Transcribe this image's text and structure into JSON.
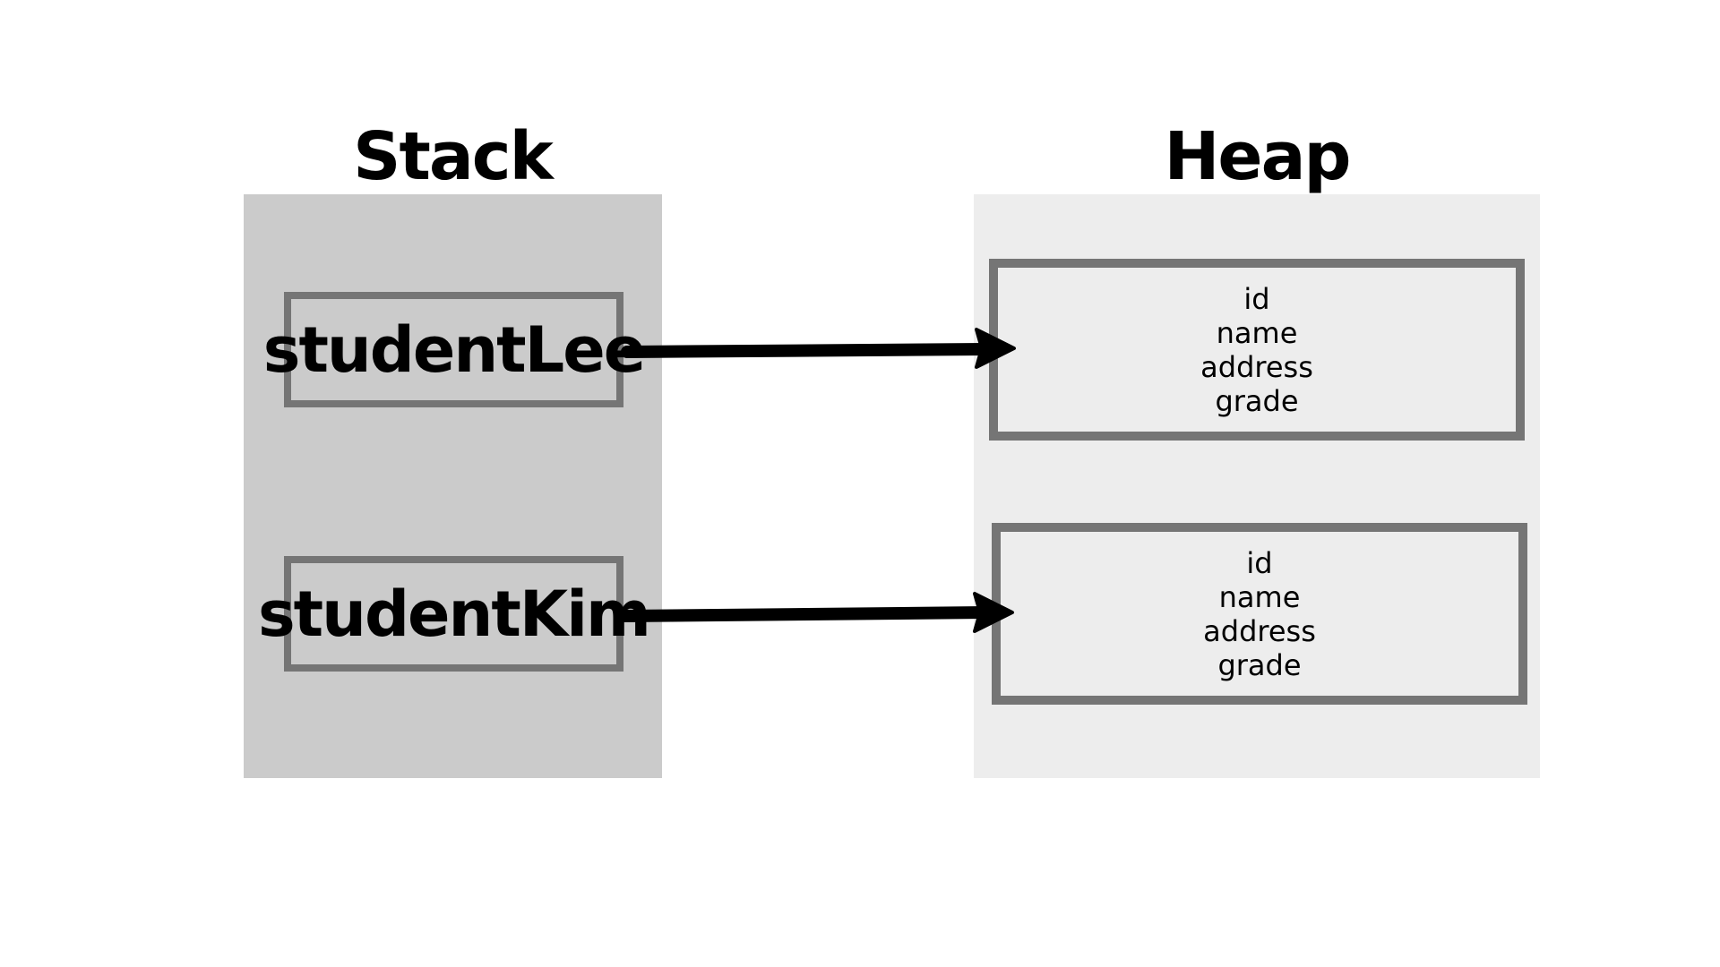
{
  "stack": {
    "title": "Stack",
    "variables": [
      {
        "label": "studentLee"
      },
      {
        "label": "studentKim"
      }
    ]
  },
  "heap": {
    "title": "Heap",
    "objects": [
      {
        "fields": [
          "id",
          "name",
          "address",
          "grade"
        ]
      },
      {
        "fields": [
          "id",
          "name",
          "address",
          "grade"
        ]
      }
    ]
  },
  "colors": {
    "stack_bg": "#cbcbcb",
    "heap_bg": "#ededed",
    "box_border": "#757575",
    "arrow": "#000000"
  }
}
